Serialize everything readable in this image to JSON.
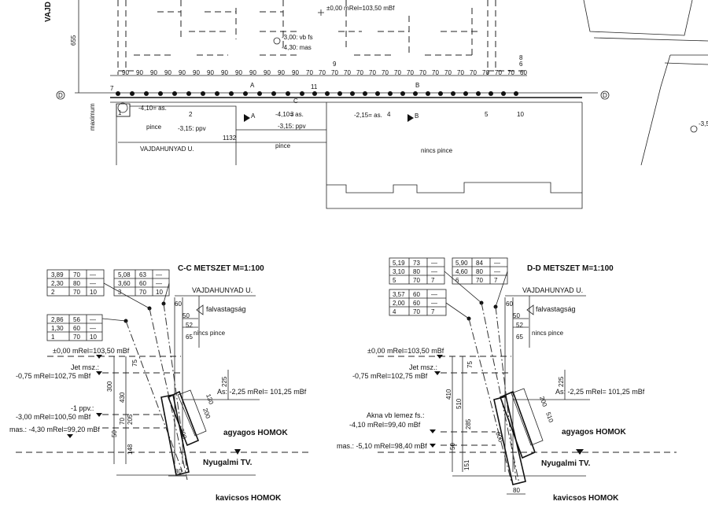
{
  "plan": {
    "street_label_vertical": "VAJD",
    "dim_655": "655",
    "dim_maximum": "maximum",
    "level_top": "±0,00 mRel=103,50 mBf",
    "level_vb": "-3,00: vb fs",
    "level_mas": "-4,30: mas",
    "spacing_90": "90",
    "spacing_70": "70",
    "spacing_60": "60",
    "axis_D": "D",
    "axis_A": "A",
    "axis_B": "B",
    "axis_C": "C",
    "label_pince": "pince",
    "label_ppv": "-3,15: ppv",
    "label_as_1": "-4,10= as.",
    "label_as_2": "-4,10= as.",
    "label_as_3": "-2,15= as.",
    "dim_1132": "1132",
    "street_name": "VAJDAHUNYAD U.",
    "label_nincs_pince": "nincs pince",
    "side_level": "-3,5",
    "num_1": "1",
    "num_2": "2",
    "num_3": "3",
    "num_4": "4",
    "num_5": "5",
    "num_6": "6",
    "num_7": "7",
    "num_8": "8",
    "num_9": "9",
    "num_10": "10",
    "num_11": "11"
  },
  "section_cc": {
    "title": "C-C METSZET M=1:100",
    "street": "VAJDAHUNYAD U.",
    "falvastagsag": "falvastagság",
    "nincs_pince": "nincs pince",
    "table1": [
      [
        "3,89",
        "70",
        "—"
      ],
      [
        "2,30",
        "80",
        "—"
      ],
      [
        "2",
        "70",
        "10"
      ]
    ],
    "table2": [
      [
        "5,08",
        "63",
        "—"
      ],
      [
        "3,60",
        "60",
        "—"
      ],
      [
        "3",
        "70",
        "10"
      ]
    ],
    "table3": [
      [
        "2,86",
        "56",
        "—"
      ],
      [
        "1,30",
        "60",
        "—"
      ],
      [
        "1",
        "70",
        "10"
      ]
    ],
    "level_0": "±0,00 mRel=103,50 mBf",
    "jet": "Jet msz.:",
    "level_075": "-0,75 mRel=102,75 mBf",
    "ppv": "-1 ppv.:",
    "level_300": "-3,00 mRel=100,50 mBf",
    "mas": "mas.: -4,30 mRel=99,20 mBf",
    "as": "As: -2,25 mRel= 101,25 mBf",
    "soil1": "agyagos HOMOK",
    "water": "Nyugalmi TV.",
    "soil2": "kavicsos HOMOK",
    "dims": [
      "60",
      "50",
      "52",
      "65",
      "75",
      "225",
      "300",
      "430",
      "70",
      "205",
      "50",
      "148",
      "80",
      "130",
      "200",
      "390"
    ]
  },
  "section_dd": {
    "title": "D-D METSZET M=1:100",
    "street": "VAJDAHUNYAD U.",
    "falvastagsag": "falvastagság",
    "nincs_pince": "nincs pince",
    "table1": [
      [
        "5,19",
        "73",
        "—"
      ],
      [
        "3,10",
        "80",
        "—"
      ],
      [
        "5",
        "70",
        "7"
      ]
    ],
    "table2": [
      [
        "5,90",
        "84",
        "—"
      ],
      [
        "4,60",
        "80",
        "—"
      ],
      [
        "6",
        "70",
        "7"
      ]
    ],
    "table3": [
      [
        "3,57",
        "60",
        "—"
      ],
      [
        "2,00",
        "60",
        "—"
      ],
      [
        "4",
        "70",
        "7"
      ]
    ],
    "level_0": "±0,00 mRel=103,50 mBf",
    "jet": "Jet msz.:",
    "level_075": "-0,75 mRel=102,75 mBf",
    "akna": "Akna vb lemez fs.:",
    "level_410": "-4,10 mRel=99,40 mBf",
    "mas": "mas.: -5,10 mRel=98,40 mBf",
    "as": "As: -2,25 mRel= 101,25 mBf",
    "soil1": "agyagos HOMOK",
    "water": "Nyugalmi TV.",
    "soil2": "kavicsos HOMOK",
    "dims": [
      "60",
      "50",
      "52",
      "65",
      "75",
      "225",
      "410",
      "510",
      "285",
      "50",
      "151",
      "80",
      "200",
      "510",
      "600"
    ]
  }
}
